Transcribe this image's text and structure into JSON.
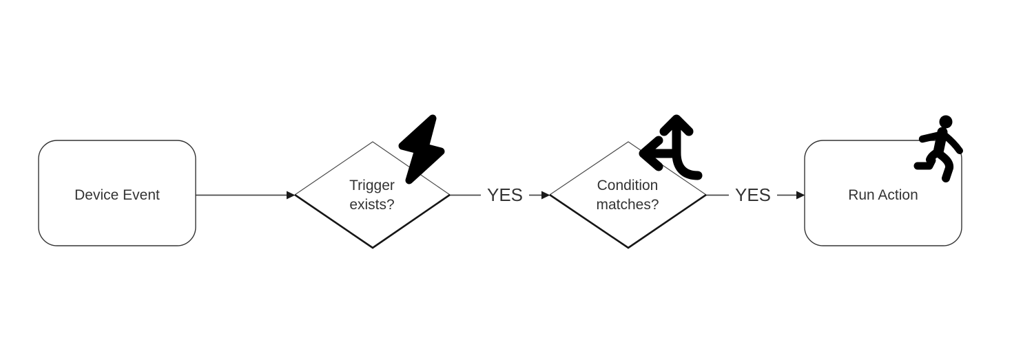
{
  "diagram": {
    "type": "flowchart",
    "background_color": "#ffffff",
    "line_color": "#4a4a4a",
    "text_color": "#333333",
    "icon_color": "#000000",
    "nodes": [
      {
        "id": "device-event",
        "shape": "rounded-rectangle",
        "label": "Device Event",
        "icon": null
      },
      {
        "id": "trigger-exists",
        "shape": "diamond",
        "label": "Trigger exists?",
        "icon": "lightning-bolt-icon"
      },
      {
        "id": "condition-matches",
        "shape": "diamond",
        "label": "Condition matches?",
        "icon": "split-arrows-icon"
      },
      {
        "id": "run-action",
        "shape": "rounded-rectangle",
        "label": "Run Action",
        "icon": "running-person-icon"
      }
    ],
    "edges": [
      {
        "from": "device-event",
        "to": "trigger-exists",
        "label": ""
      },
      {
        "from": "trigger-exists",
        "to": "condition-matches",
        "label": "YES"
      },
      {
        "from": "condition-matches",
        "to": "run-action",
        "label": "YES"
      }
    ]
  }
}
